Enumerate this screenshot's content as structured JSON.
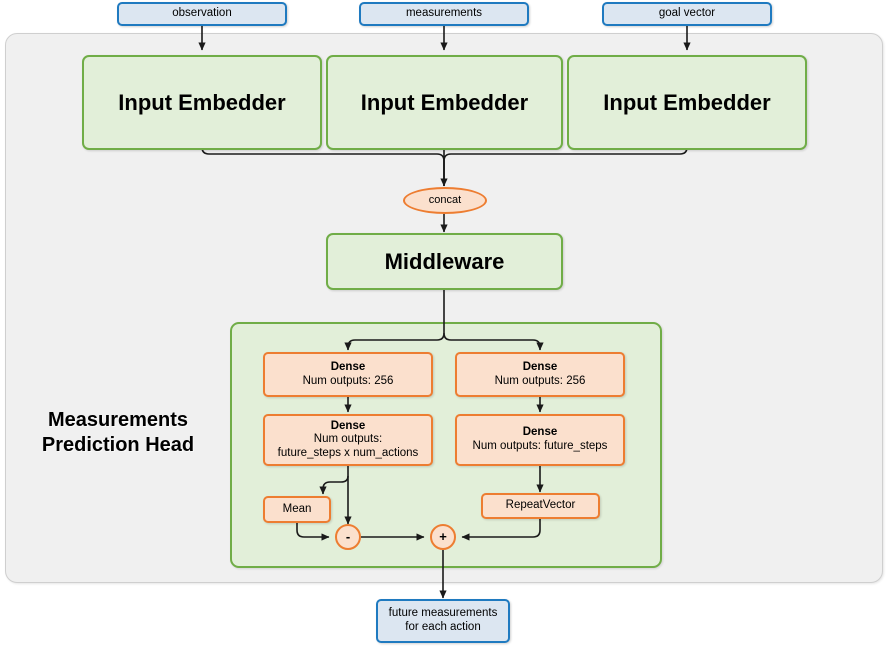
{
  "diagram": {
    "title": "Measurements Prediction Head",
    "colors": {
      "outer_container_bg": "#f0f0f0",
      "outer_container_border": "#cfcfcf",
      "green_fill": "#e2efd9",
      "green_border": "#70ad47",
      "orange_fill": "#fbe0cd",
      "orange_border": "#ed7d31",
      "blue_fill": "#dce6f1",
      "blue_border": "#1f7ac0",
      "wire": "#1a1a1a"
    }
  },
  "inputs": [
    {
      "label": "observation"
    },
    {
      "label": "measurements"
    },
    {
      "label": "goal vector"
    }
  ],
  "embedders": [
    {
      "label": "Input Embedder"
    },
    {
      "label": "Input Embedder"
    },
    {
      "label": "Input Embedder"
    }
  ],
  "concat": {
    "label": "concat"
  },
  "middleware": {
    "label": "Middleware"
  },
  "head": {
    "title_line1": "Measurements",
    "title_line2": "Prediction Head",
    "left_branch": {
      "dense1": {
        "title": "Dense",
        "sub": "Num outputs: 256"
      },
      "dense2": {
        "title": "Dense",
        "sub_line1": "Num outputs:",
        "sub_line2": "future_steps x num_actions"
      },
      "mean": {
        "label": "Mean"
      }
    },
    "right_branch": {
      "dense1": {
        "title": "Dense",
        "sub": "Num outputs: 256"
      },
      "dense2": {
        "title": "Dense",
        "sub": "Num outputs: future_steps"
      },
      "repeat_vector": {
        "label": "RepeatVector"
      }
    },
    "operators": {
      "subtract": {
        "symbol": "-"
      },
      "add": {
        "symbol": "+"
      }
    }
  },
  "output": {
    "line1": "future measurements",
    "line2": "for each action"
  }
}
